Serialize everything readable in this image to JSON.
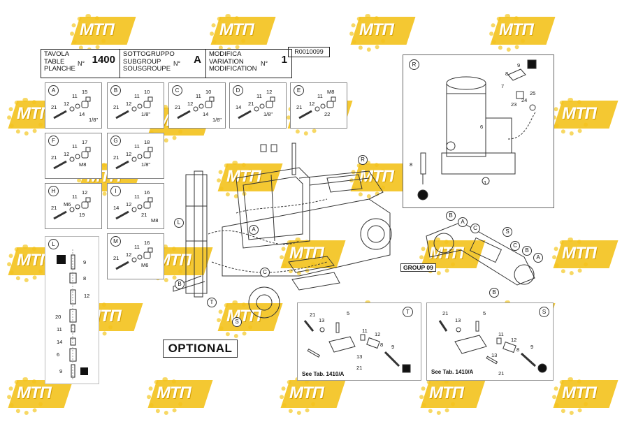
{
  "header": {
    "table_labels": [
      "TAVOLA",
      "TABLE",
      "PLANCHE"
    ],
    "table_no_label": "N°",
    "table_no": "1400",
    "subgroup_labels": [
      "SOTTOGRUPPO",
      "SUBGROUP",
      "SOUSGROUPE"
    ],
    "subgroup_no_label": "N°",
    "subgroup_no": "A",
    "modification_labels": [
      "MODIFICA",
      "VARIATION",
      "MODIFICATION"
    ],
    "modification_no_label": "N°",
    "modification_no": "1",
    "ref_code": "R0010099"
  },
  "detail_boxes": [
    {
      "label": "A",
      "parts": [
        "11",
        "15",
        "12",
        "21",
        "14",
        "1/8\""
      ]
    },
    {
      "label": "B",
      "parts": [
        "11",
        "10",
        "12",
        "21",
        "1/8\""
      ]
    },
    {
      "label": "C",
      "parts": [
        "11",
        "10",
        "12",
        "21",
        "14",
        "1/8\""
      ]
    },
    {
      "label": "D",
      "parts": [
        "11",
        "12",
        "21",
        "14",
        "1/8\""
      ]
    },
    {
      "label": "E",
      "parts": [
        "11",
        "M8",
        "12",
        "21",
        "22"
      ]
    },
    {
      "label": "F",
      "parts": [
        "11",
        "17",
        "12",
        "21",
        "M8"
      ]
    },
    {
      "label": "G",
      "parts": [
        "11",
        "18",
        "12",
        "21",
        "1/8\""
      ]
    },
    {
      "label": "H",
      "parts": [
        "11",
        "12",
        "M6",
        "21",
        "19"
      ]
    },
    {
      "label": "I",
      "parts": [
        "11",
        "16",
        "12",
        "14",
        "21",
        "M8"
      ]
    },
    {
      "label": "M",
      "parts": [
        "11",
        "16",
        "12",
        "21",
        "M6"
      ]
    }
  ],
  "left_column": {
    "label": "L",
    "parts": [
      "9",
      "8",
      "12",
      "20",
      "11",
      "14",
      "6",
      "9"
    ]
  },
  "r_box": {
    "label": "R",
    "parts": [
      "9",
      "8",
      "7",
      "25",
      "24",
      "23",
      "6",
      "8",
      "1"
    ]
  },
  "main_callouts": [
    "R",
    "L",
    "B",
    "T",
    "S",
    "A",
    "C"
  ],
  "axle_callouts": [
    "B",
    "A",
    "C",
    "S",
    "C",
    "B",
    "A",
    "B"
  ],
  "optional_label": "OPTIONAL",
  "group_label": "GROUP 09",
  "t_box": {
    "label": "T",
    "parts": [
      "21",
      "5",
      "13",
      "11",
      "12",
      "8",
      "9",
      "13",
      "21"
    ],
    "see_tab": "See Tab. 1410/A"
  },
  "s_box": {
    "label": "S",
    "parts": [
      "21",
      "5",
      "13",
      "11",
      "12",
      "8",
      "9",
      "13",
      "21"
    ],
    "see_tab": "See Tab. 1410/A"
  },
  "watermark": "МТП",
  "colors": {
    "watermark": "#f3c21c",
    "line": "#222222"
  }
}
